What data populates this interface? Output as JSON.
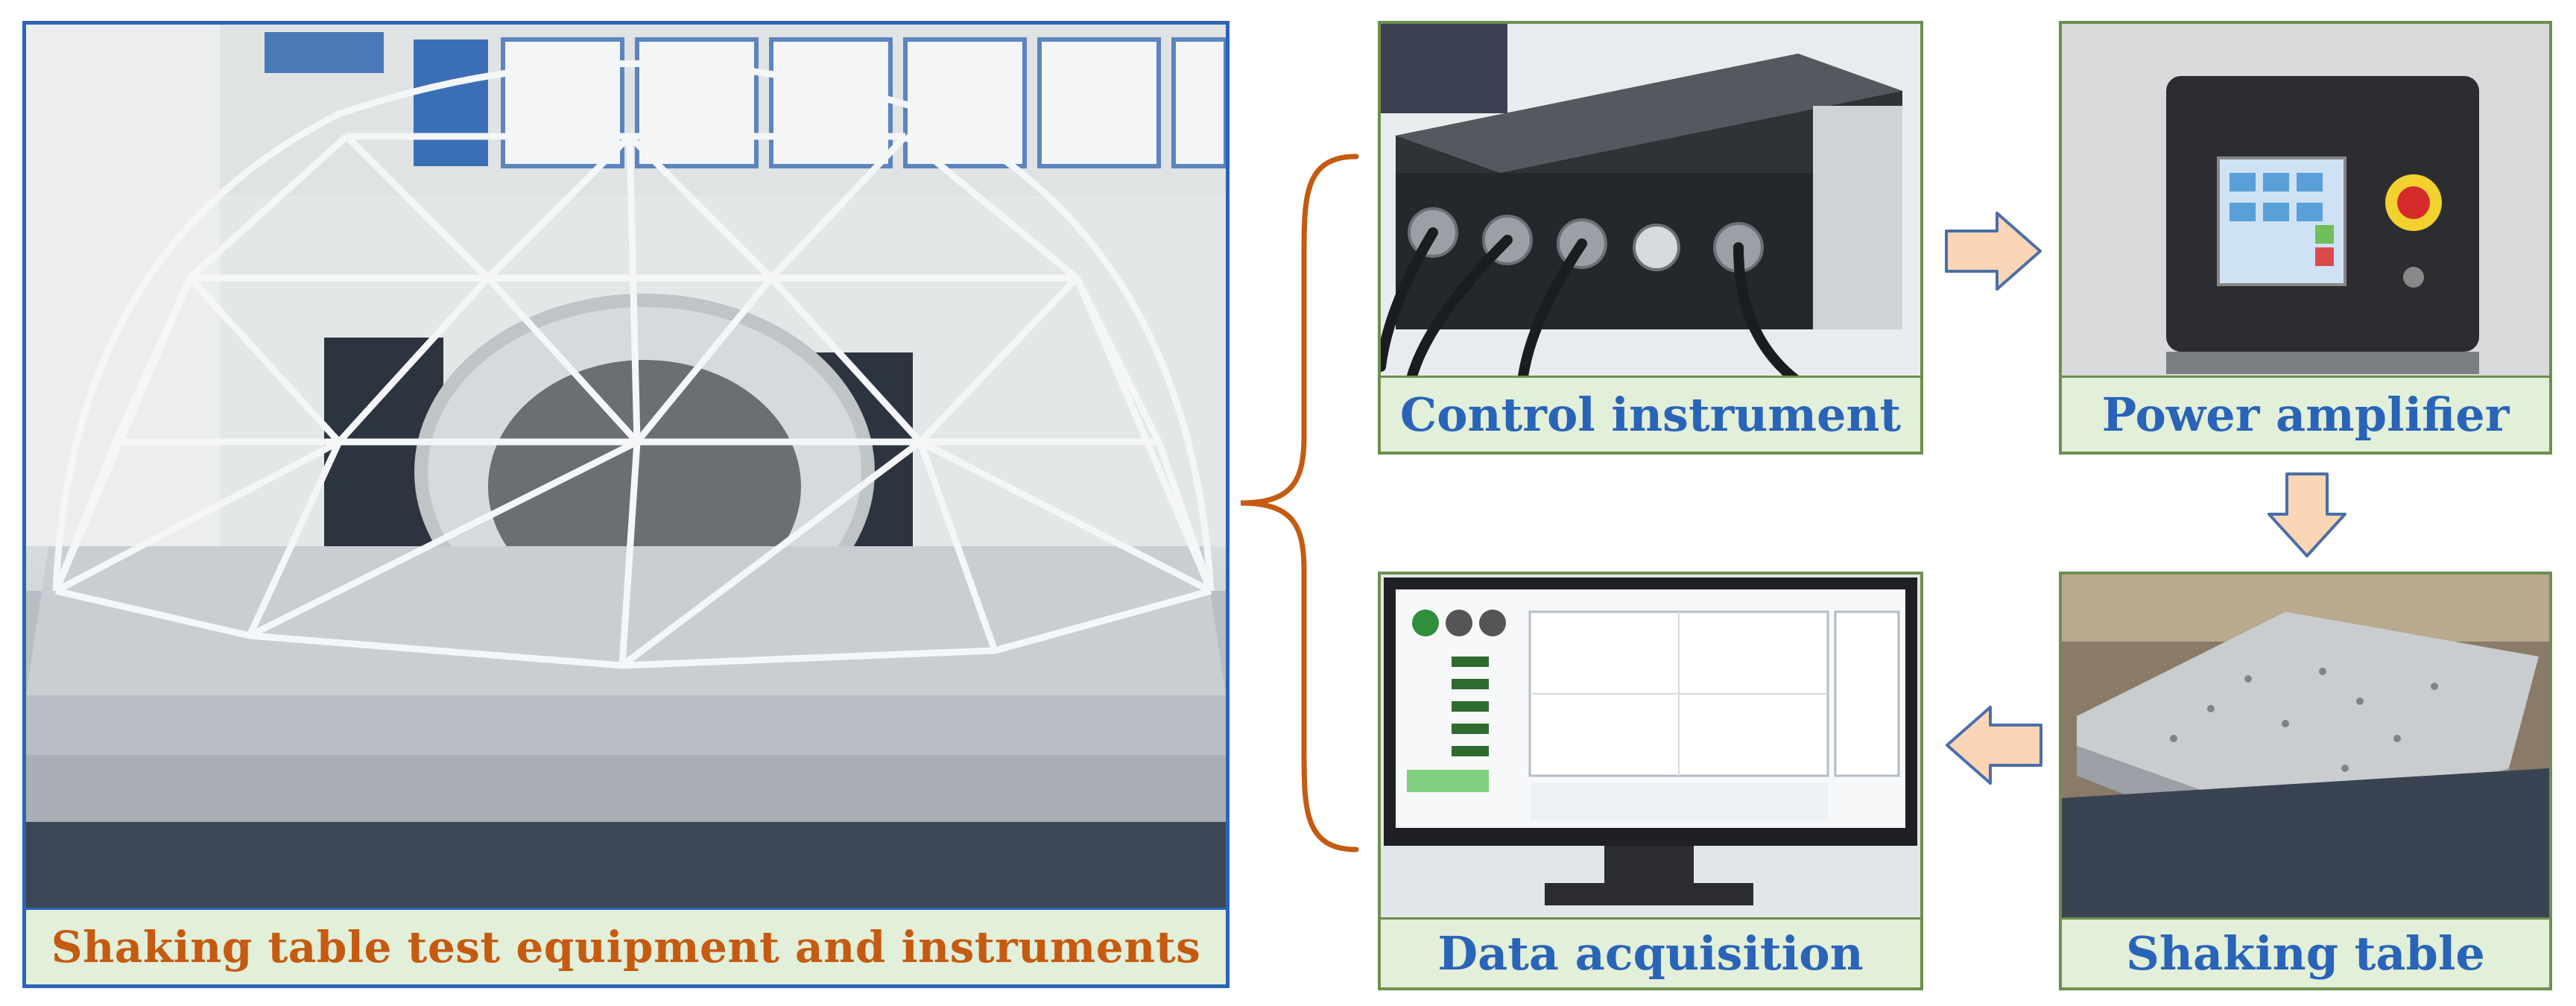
{
  "captions": {
    "main": "Shaking table test equipment and instruments",
    "control": "Control instrument",
    "power": "Power amplifier",
    "data": "Data acquisition",
    "shaking": "Shaking table"
  },
  "colors": {
    "panel_border_blue": "#2a64b8",
    "panel_border_green": "#6d8f4e",
    "caption_bg": "#e2efd9",
    "caption_text_blue": "#2a64b8",
    "caption_text_orange": "#c55a11",
    "brace": "#c55a11",
    "arrow_fill": "#fbd5b5",
    "arrow_stroke": "#4a6fa8"
  },
  "flow": [
    "Control instrument",
    "Power amplifier",
    "Shaking table",
    "Data acquisition"
  ]
}
